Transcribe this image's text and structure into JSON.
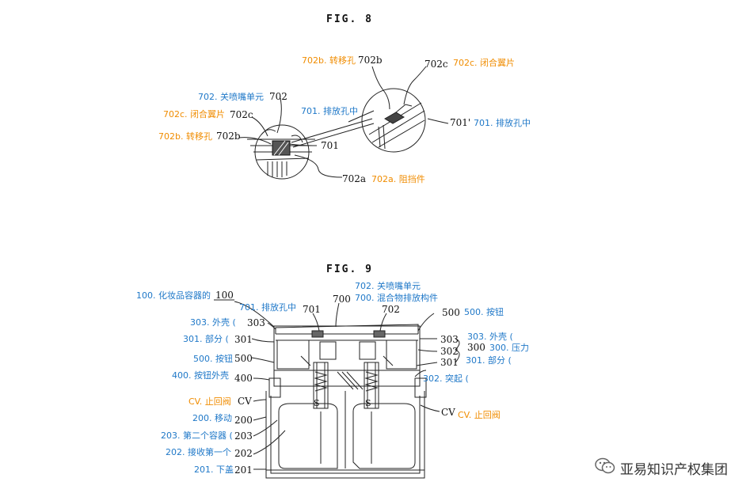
{
  "fig8": {
    "title": "FIG. 8",
    "refs": {
      "r702b_top": "702b",
      "r702c_top": "702c",
      "r702": "702",
      "r702c": "702c",
      "r702b": "702b",
      "r701": "701",
      "r701p": "701'",
      "r702a": "702a"
    },
    "annotations": {
      "a702b_top": "702b. 转移孔",
      "a702c_top": "702c. 闭合翼片",
      "a702": "702. 关喷嘴单元",
      "a701": "701. 排放孔中",
      "a702c": "702c. 闭合翼片",
      "a702b": "702b. 转移孔",
      "a701p": "701. 排放孔中",
      "a702a": "702a. 阻挡件"
    }
  },
  "fig9": {
    "title": "FIG. 9",
    "refs": {
      "r100": "100",
      "r701": "701",
      "r700": "700",
      "r702": "702",
      "r500_top": "500",
      "r303_left": "303",
      "r301_left": "301",
      "r500_left": "500",
      "r400": "400",
      "rCV_left": "CV",
      "r200": "200",
      "r203": "203",
      "r202": "202",
      "r201": "201",
      "r303_right": "303",
      "r302": "302",
      "r300": "300",
      "r301_right": "301",
      "rCV_right": "CV",
      "s1": "S",
      "s2": "S"
    },
    "annotations": {
      "a702": "702. 关喷嘴单元",
      "a700": "700. 混合物排放构件",
      "a100": "100. 化妆品容器的",
      "a701": "701. 排放孔中",
      "a500_top": "500. 按钮",
      "a303_left": "303. 外壳 (",
      "a301_left": "301. 部分 (",
      "a500_left": "500. 按钮",
      "a400": "400. 按钮外壳",
      "aCV_left": "CV. 止回阀",
      "a200": "200. 移动",
      "a203": "203. 第二个容器 (",
      "a202": "202. 接收第一个",
      "a201": "201. 下盖",
      "a303_right": "303. 外壳 (",
      "a300": "300. 压力",
      "a301_right": "301. 部分 (",
      "a302": "302. 突起 (",
      "aCV_right": "CV. 止回阀"
    }
  },
  "watermark": {
    "text": "亚易知识产权集团",
    "icon": "wechat-icon"
  },
  "colors": {
    "blue": "#1f78c8",
    "orange": "#f08c00",
    "ink": "#111111"
  }
}
